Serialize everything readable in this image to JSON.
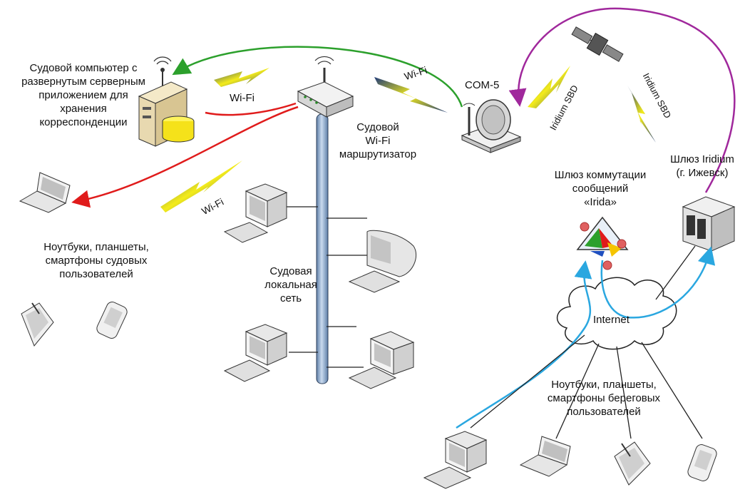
{
  "labels": {
    "ship_computer": [
      "Судовой компьютер с",
      "развернутым серверным",
      "приложением для",
      "хранения",
      "корреспонденции"
    ],
    "wifi_router": [
      "Судовой",
      "Wi-Fi",
      "маршрутизатор"
    ],
    "com5": "COM-5",
    "wifi_1": "Wi-Fi",
    "wifi_2": "Wi-Fi",
    "wifi_3": "Wi-Fi",
    "ship_users": [
      "Ноутбуки, планшеты,",
      "смартфоны судовых",
      "пользователей"
    ],
    "ship_lan": [
      "Судовая",
      "локальная",
      "сеть"
    ],
    "iridium_sbd_1": "Iridium SBD",
    "iridium_sbd_2": "Iridium SBD",
    "iridium_gateway": [
      "Шлюз Iridium",
      "(г. Ижевск)"
    ],
    "irida_gateway": [
      "Шлюз коммутации",
      "сообщений",
      "«Irida»"
    ],
    "internet": "Internet",
    "shore_users": [
      "Ноутбуки, планшеты,",
      "смартфоны береговых",
      "пользователей"
    ]
  },
  "colors": {
    "green_link": "#2ca02c",
    "red_link": "#e01b1b",
    "purple_link": "#a0289c",
    "blue_link": "#2aa7e0",
    "lightning": "#f2ea1a",
    "lan_pipe": "#8fb0d6"
  }
}
